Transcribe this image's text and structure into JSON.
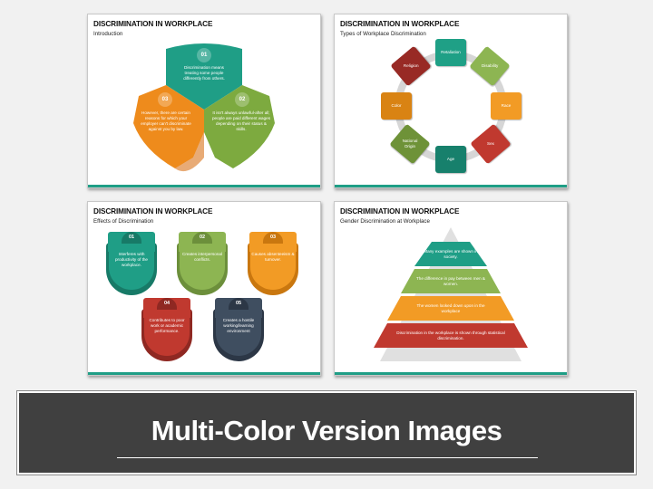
{
  "slides": [
    {
      "title": "DISCRIMINATION IN WORKPLACE",
      "subtitle": "Introduction",
      "items": [
        {
          "num": "01",
          "text": "Discrimination means treating some people differently from others.",
          "color": "#1f9e86"
        },
        {
          "num": "02",
          "text": "It isn't always unlawful-after all; people are paid different wages depending on their status & skills.",
          "color": "#7daa3f"
        },
        {
          "num": "03",
          "text": "However, there are certain reasons for which your employer can't discriminate against you by law.",
          "color": "#ee8b1c"
        }
      ]
    },
    {
      "title": "DISCRIMINATION IN WORKPLACE",
      "subtitle": "Types of Workplace Discrimination",
      "items": [
        {
          "label": "Retaliation",
          "color": "#1fa086"
        },
        {
          "label": "Disability",
          "color": "#8db552"
        },
        {
          "label": "Race",
          "color": "#f29b25"
        },
        {
          "label": "Sex",
          "color": "#c0392f"
        },
        {
          "label": "Age",
          "color": "#17806c"
        },
        {
          "label": "National Origin",
          "color": "#6e9238"
        },
        {
          "label": "Color",
          "color": "#d98313"
        },
        {
          "label": "Religion",
          "color": "#982a25"
        }
      ]
    },
    {
      "title": "DISCRIMINATION IN WORKPLACE",
      "subtitle": "Effects of Discrimination",
      "items": [
        {
          "num": "01",
          "text": "Interferes with productivity of the workplace.",
          "color": "#1f9e86",
          "dark": "#177a67"
        },
        {
          "num": "02",
          "text": "Creates interpersonal conflicts.",
          "color": "#8db552",
          "dark": "#6c8f3b"
        },
        {
          "num": "03",
          "text": "Causes absenteeism & turnover.",
          "color": "#f29b25",
          "dark": "#c9770f"
        },
        {
          "num": "04",
          "text": "Contributes to poor work or academic performance.",
          "color": "#c0392f",
          "dark": "#8f2822"
        },
        {
          "num": "05",
          "text": "Creates a hostile working/learning environment",
          "color": "#3f4e60",
          "dark": "#2c3746"
        }
      ]
    },
    {
      "title": "DISCRIMINATION IN WORKPLACE",
      "subtitle": "Gender Discrimination at Workplace",
      "items": [
        {
          "text": "Many examples are shown in society.",
          "color": "#1f9e86"
        },
        {
          "text": "The difference in pay between men & women.",
          "color": "#8db552"
        },
        {
          "text": "The women looked down upon in the workplace",
          "color": "#f29b25"
        },
        {
          "text": "Discrimination in the workplace is shown through statistical discrimination.",
          "color": "#c0392f"
        }
      ]
    }
  ],
  "banner": {
    "heading": "Multi-Color Version Images",
    "background": "#404040"
  }
}
